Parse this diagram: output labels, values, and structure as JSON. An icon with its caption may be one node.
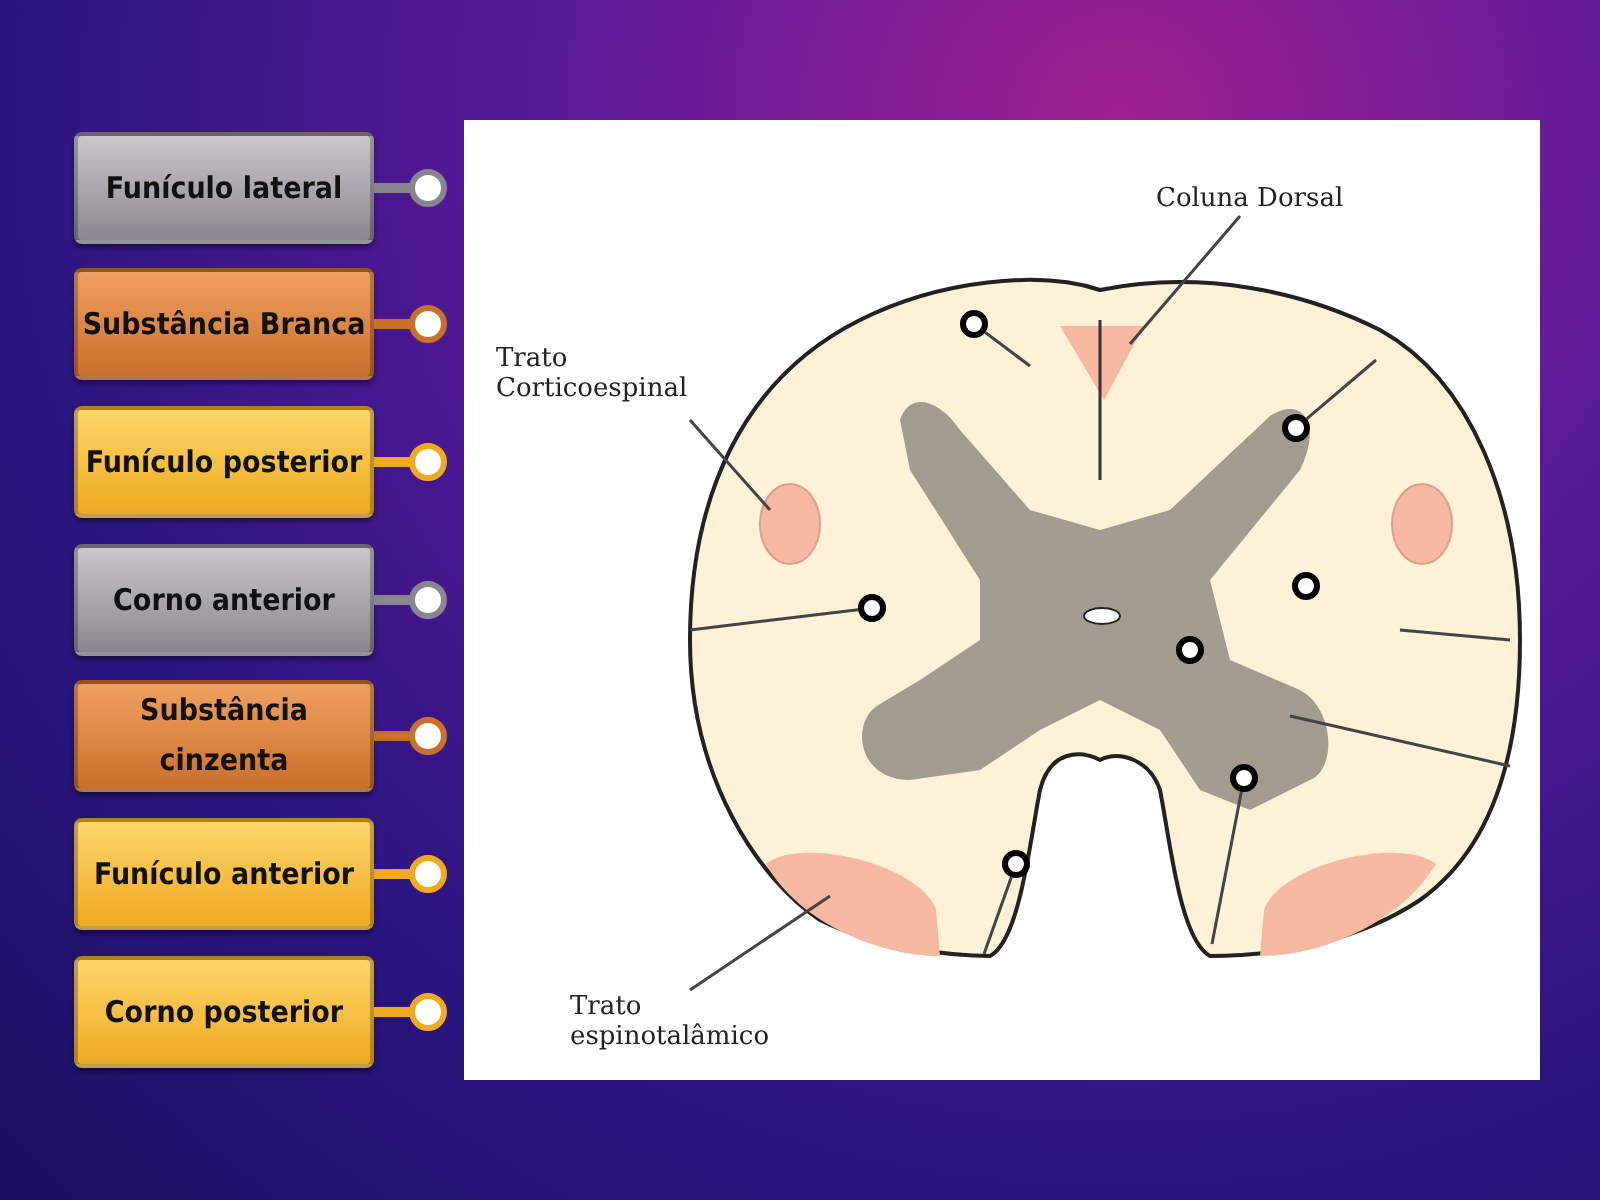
{
  "diagram": {
    "nodes": [
      {
        "text": [
          "Funículo lateral"
        ]
      },
      {
        "text": [
          "Substância Branca"
        ]
      },
      {
        "text": [
          "Funículo posterior"
        ]
      },
      {
        "text": [
          "Corno anterior"
        ]
      },
      {
        "text": [
          "Substância cinzenta"
        ]
      },
      {
        "text": [
          "Funículo anterior"
        ]
      },
      {
        "text": [
          "Corno posterior"
        ]
      },
      {
        "text": [
          "Coluna Dorsal"
        ]
      },
      {
        "text": [
          "Trato Corticoespinal"
        ]
      },
      {
        "text": [
          "Trato espinotalâmico"
        ]
      },
      {
        "text": [],
        "shape": "circle"
      },
      {
        "text": [],
        "shape": "circle"
      },
      {
        "text": [],
        "shape": "circle"
      },
      {
        "text": [],
        "shape": "circle"
      },
      {
        "text": [],
        "shape": "circle"
      },
      {
        "text": [],
        "shape": "circle"
      },
      {
        "text": [],
        "shape": "circle"
      }
    ],
    "edges": [
      {
        "from": 7,
        "to": null,
        "arrow": "none"
      },
      {
        "from": 8,
        "to": null,
        "arrow": "none"
      },
      {
        "from": 9,
        "to": null,
        "arrow": "none"
      },
      {
        "from": 10,
        "to": null,
        "arrow": "none"
      },
      {
        "from": 11,
        "to": null,
        "arrow": "none"
      },
      {
        "from": 13,
        "to": null,
        "arrow": "none"
      },
      {
        "from": 15,
        "to": null,
        "arrow": "none"
      },
      {
        "from": 16,
        "to": null,
        "arrow": "none"
      }
    ]
  }
}
